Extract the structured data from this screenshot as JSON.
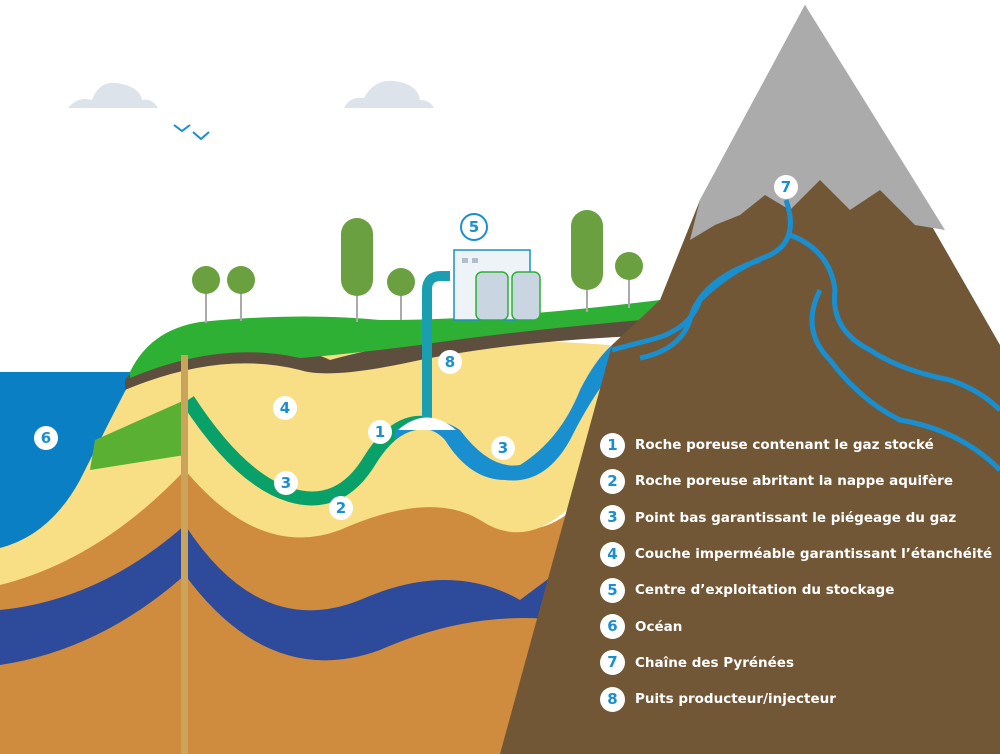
{
  "colors": {
    "ocean": "#0a7fc4",
    "grass": "#2db034",
    "sand": "#f8df85",
    "clay": "#cf8c3e",
    "aquifer": "#2e4a9a",
    "gas_layer": "#0aa06a",
    "mountain": "#725737",
    "rock": "#ababab",
    "water": "#1a8fd0"
  },
  "markers": {
    "m1": "1",
    "m2": "2",
    "m3a": "3",
    "m3b": "3",
    "m4": "4",
    "m5": "5",
    "m6": "6",
    "m7": "7",
    "m8": "8"
  },
  "legend": [
    {
      "num": "1",
      "label": "Roche poreuse contenant le gaz stocké"
    },
    {
      "num": "2",
      "label": "Roche poreuse abritant la nappe aquifère"
    },
    {
      "num": "3",
      "label": "Point bas garantissant le piégeage du gaz"
    },
    {
      "num": "4",
      "label": "Couche imperméable garantissant l’étanchéité"
    },
    {
      "num": "5",
      "label": "Centre d’exploitation du stockage"
    },
    {
      "num": "6",
      "label": "Océan"
    },
    {
      "num": "7",
      "label": "Chaîne des Pyrénées"
    },
    {
      "num": "8",
      "label": "Puits producteur/injecteur"
    }
  ]
}
